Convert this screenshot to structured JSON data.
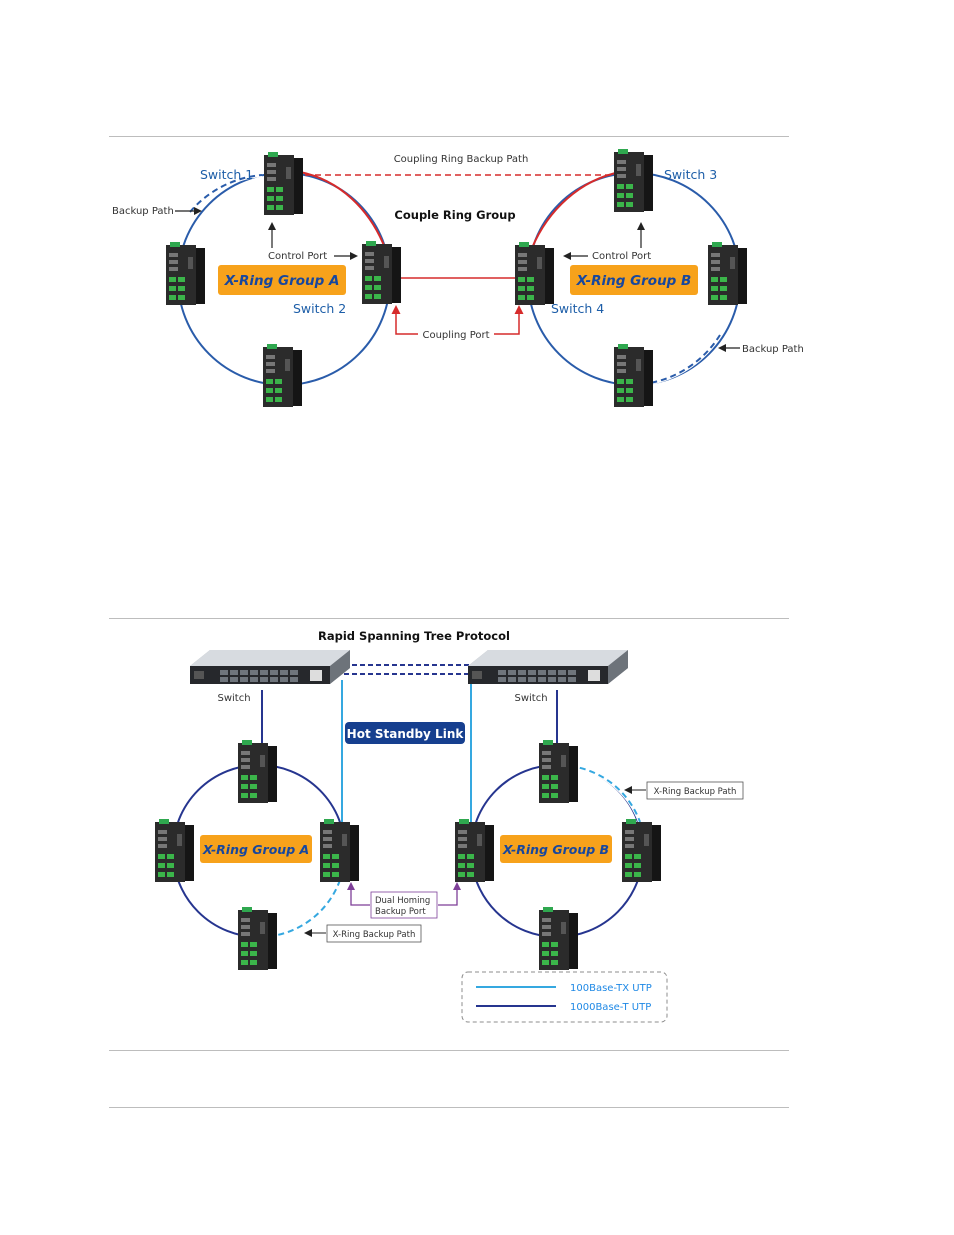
{
  "diagram1": {
    "coupling_backup_path": "Coupling Ring Backup Path",
    "couple_ring_group": "Couple Ring Group",
    "switch_1": "Switch 1",
    "switch_2": "Switch 2",
    "switch_3": "Switch 3",
    "switch_4": "Switch 4",
    "backup_path_left": "Backup Path",
    "backup_path_right": "Backup Path",
    "control_port_left": "Control Port",
    "control_port_right": "Control Port",
    "coupling_port": "Coupling Port",
    "group_a": "X-Ring Group A",
    "group_b": "X-Ring Group B"
  },
  "diagram2": {
    "title": "Rapid Spanning Tree Protocol",
    "switch_left": "Switch",
    "switch_right": "Switch",
    "hot_standby": "Hot Standby Link",
    "group_a": "X-Ring Group A",
    "group_b": "X-Ring Group B",
    "xring_backup_right": "X-Ring Backup Path",
    "xring_backup_left": "X-Ring Backup Path",
    "dual_homing_line1": "Dual Homing",
    "dual_homing_line2": "Backup Port",
    "legend_100": "100Base-TX UTP",
    "legend_1000": "1000Base-T UTP"
  },
  "colors": {
    "ring_blue": "#2a5caa",
    "coupling_red": "#d62b2b",
    "group_orange": "#f7a21b",
    "light_blue": "#35a8e0",
    "dark_blue": "#26358f",
    "hot_standby_bg": "#163f8f",
    "purple": "#7e3f98"
  }
}
